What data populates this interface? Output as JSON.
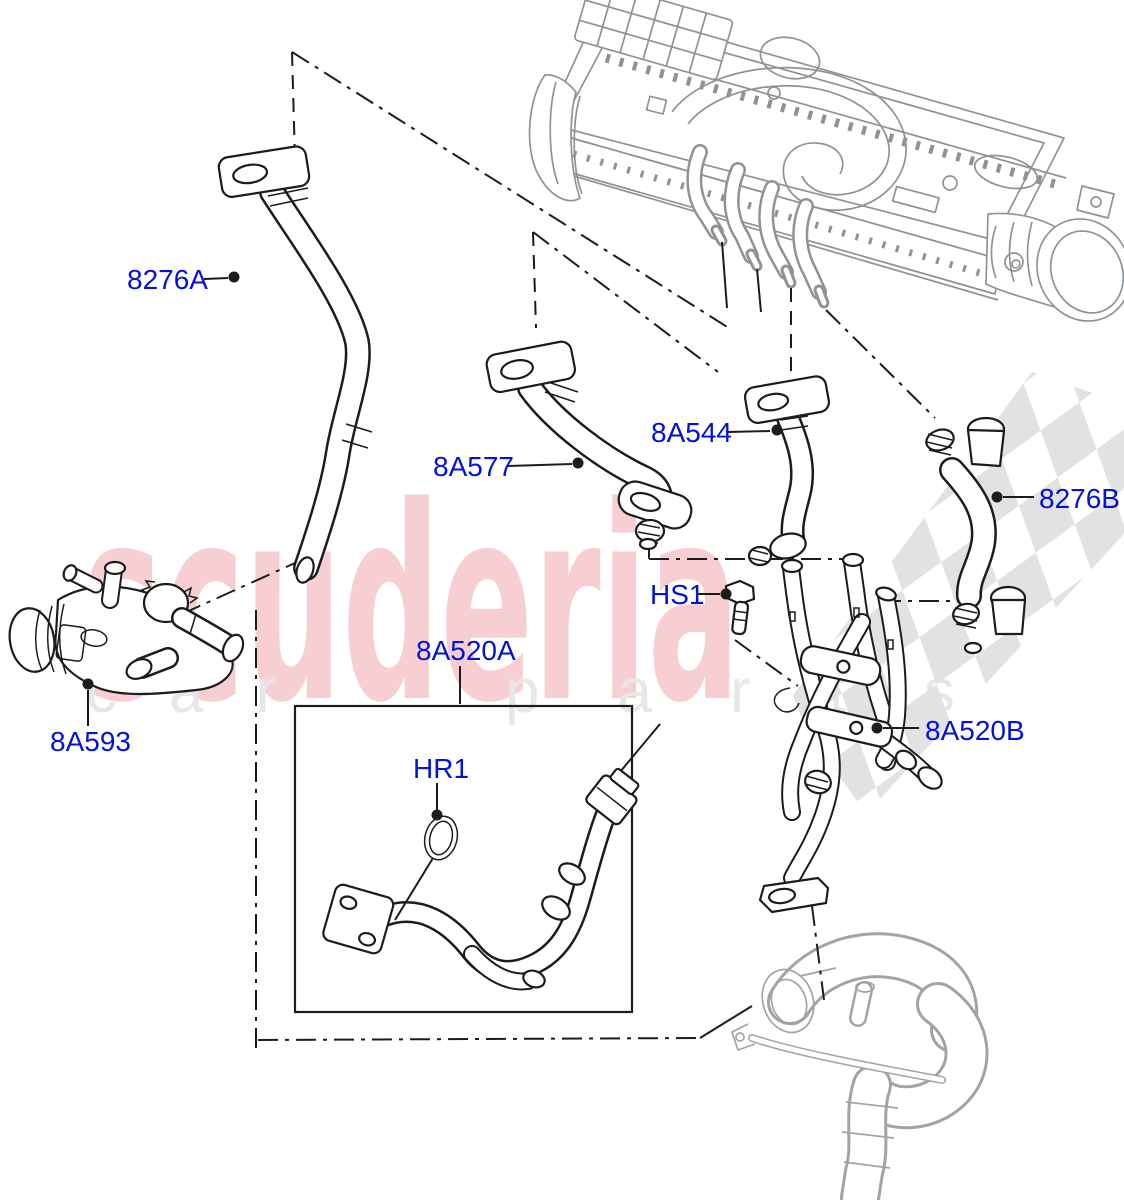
{
  "diagram": {
    "type": "exploded-parts-diagram",
    "subject": "engine cooling hoses and pipes with charge air cooler reference"
  },
  "labels": {
    "p8276a": {
      "text": "8276A"
    },
    "p8a577": {
      "text": "8A577"
    },
    "p8a544": {
      "text": "8A544"
    },
    "p8276b": {
      "text": "8276B"
    },
    "phs1": {
      "text": "HS1"
    },
    "p8a593": {
      "text": "8A593"
    },
    "p8a520a": {
      "text": "8A520A"
    },
    "phr1": {
      "text": "HR1"
    },
    "p8a520b": {
      "text": "8A520B"
    }
  },
  "watermark": {
    "brand": "scuderia",
    "word1": "car",
    "word2": "parts"
  },
  "colors": {
    "ink": "#1c1c1c",
    "label_blue": "#0211e0",
    "gray_art": "#8f9396",
    "gray_art2": "#a0a4a7",
    "wm_pink": "#f7cfd2",
    "wm_gray": "#e7e7e7",
    "checker": "#e2e2e2"
  }
}
